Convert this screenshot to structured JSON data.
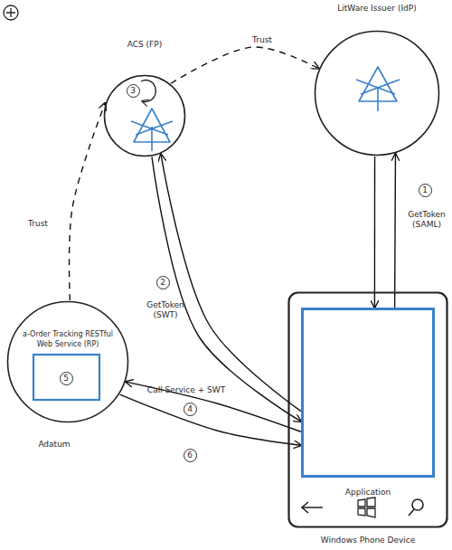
{
  "diagram": {
    "nodes": [
      {
        "text": [
          "ACS (FP)"
        ]
      },
      {
        "text": [
          "LitWare Issuer (IdP)"
        ]
      },
      {
        "text": [
          "a-Order Tracking RESTful Web Service (RP)"
        ]
      },
      {
        "text": [
          "Windows Phone Device"
        ]
      },
      {
        "text": [
          "Application"
        ],
        "in": 3
      }
    ],
    "edges": [
      {
        "from": 0,
        "to": 1,
        "arrow": "to",
        "label": "Trust"
      },
      {
        "from": 2,
        "to": 0,
        "arrow": "to",
        "label": "Trust"
      },
      {
        "from": 4,
        "to": 1,
        "arrow": "to",
        "label": "GetToken (SAML)"
      },
      {
        "from": 1,
        "to": 4,
        "arrow": "to"
      },
      {
        "from": 4,
        "to": 0,
        "arrow": "to",
        "label": "GetToken (SWT)"
      },
      {
        "from": 0,
        "to": 4,
        "arrow": "to"
      },
      {
        "from": 4,
        "to": 2,
        "arrow": "to",
        "label": "Call Service + SWT"
      },
      {
        "from": 2,
        "to": 4,
        "arrow": "to"
      }
    ],
    "labels": [
      "1",
      "2",
      "3",
      "4",
      "5",
      "6",
      "Adatum"
    ]
  }
}
